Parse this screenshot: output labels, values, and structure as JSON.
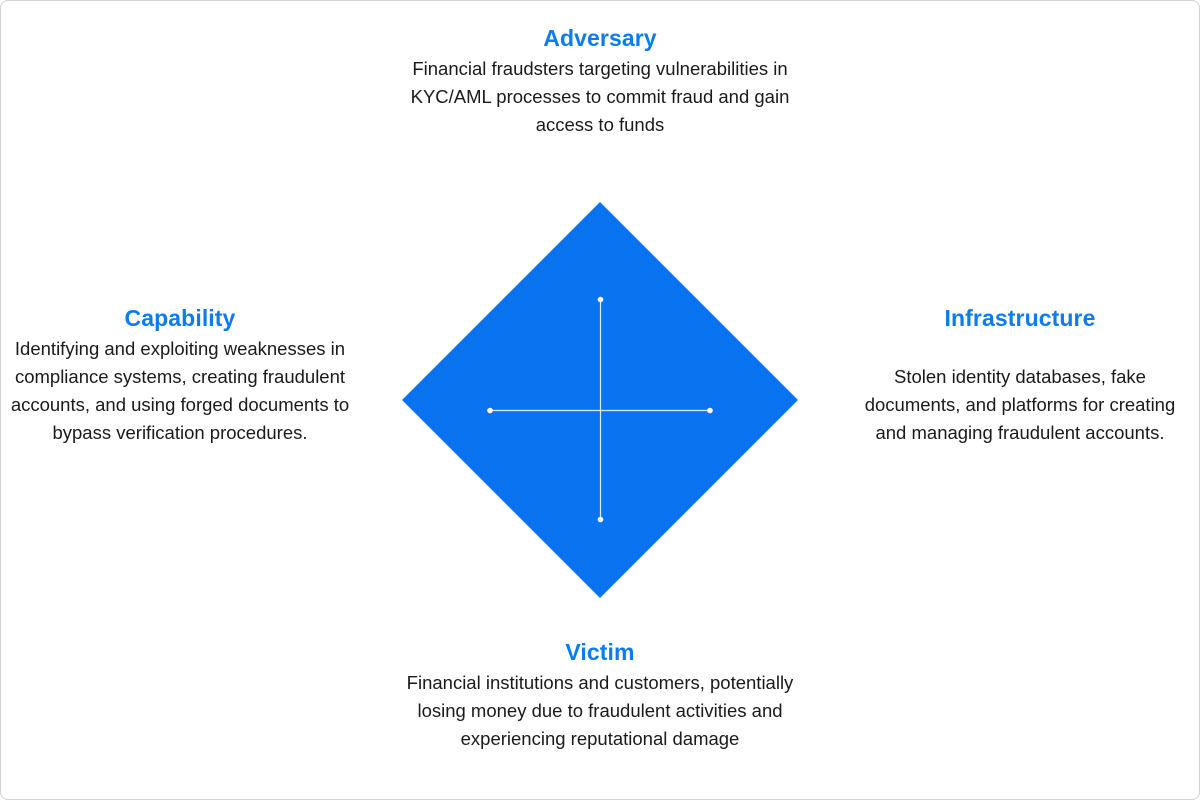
{
  "diagram": {
    "accent_color": "#0a7cf0",
    "adversary": {
      "title": "Adversary",
      "description": "Financial fraudsters targeting vulnerabilities in KYC/AML processes to commit fraud and gain access to funds"
    },
    "capability": {
      "title": "Capability",
      "description": "Identifying and exploiting weaknesses in compliance systems, creating fraudulent accounts, and using forged documents to bypass verification procedures."
    },
    "infrastructure": {
      "title": "Infrastructure",
      "description": "Stolen identity databases, fake documents, and platforms for creating and managing fraudulent accounts."
    },
    "victim": {
      "title": "Victim",
      "description": "Financial institutions and customers, potentially losing money due to fraudulent activities and experiencing reputational damage"
    }
  }
}
